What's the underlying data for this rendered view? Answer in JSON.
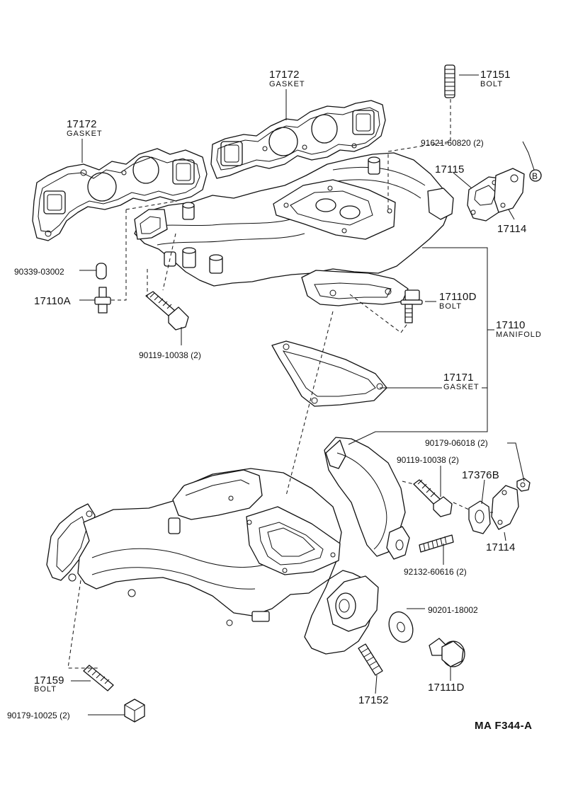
{
  "diagram_code": "MA  F344-A",
  "parts": {
    "gasket_upper_right": {
      "number": "17172",
      "desc": "GASKET"
    },
    "gasket_upper_left": {
      "number": "17172",
      "desc": "GASKET"
    },
    "bolt_top": {
      "number": "17151",
      "desc": "BOLT"
    },
    "washer_plate_b": {
      "number": "91621-60820 (2)",
      "marker": "B"
    },
    "plate_17115": {
      "number": "17115"
    },
    "gasket_17114_top": {
      "number": "17114"
    },
    "fitting_90339": {
      "number": "90339-03002"
    },
    "fitting_17110a": {
      "number": "17110A"
    },
    "bolt_17110d": {
      "number": "17110D",
      "desc": "BOLT"
    },
    "manifold": {
      "number": "17110",
      "desc": "MANIFOLD"
    },
    "bolt_90119_upper": {
      "number": "90119-10038 (2)"
    },
    "gasket_17171": {
      "number": "17171",
      "desc": "GASKET"
    },
    "nut_90179_06018": {
      "number": "90179-06018 (2)"
    },
    "bolt_90119_lower": {
      "number": "90119-10038 (2)"
    },
    "gasket_17376b": {
      "number": "17376B"
    },
    "gasket_17114_lower": {
      "number": "17114"
    },
    "stud_92132": {
      "number": "92132-60616 (2)"
    },
    "washer_90201": {
      "number": "90201-18002"
    },
    "plug_17111d": {
      "number": "17111D"
    },
    "stud_17152": {
      "number": "17152"
    },
    "bolt_17159": {
      "number": "17159",
      "desc": "BOLT"
    },
    "nut_90179_10025": {
      "number": "90179-10025 (2)"
    }
  }
}
